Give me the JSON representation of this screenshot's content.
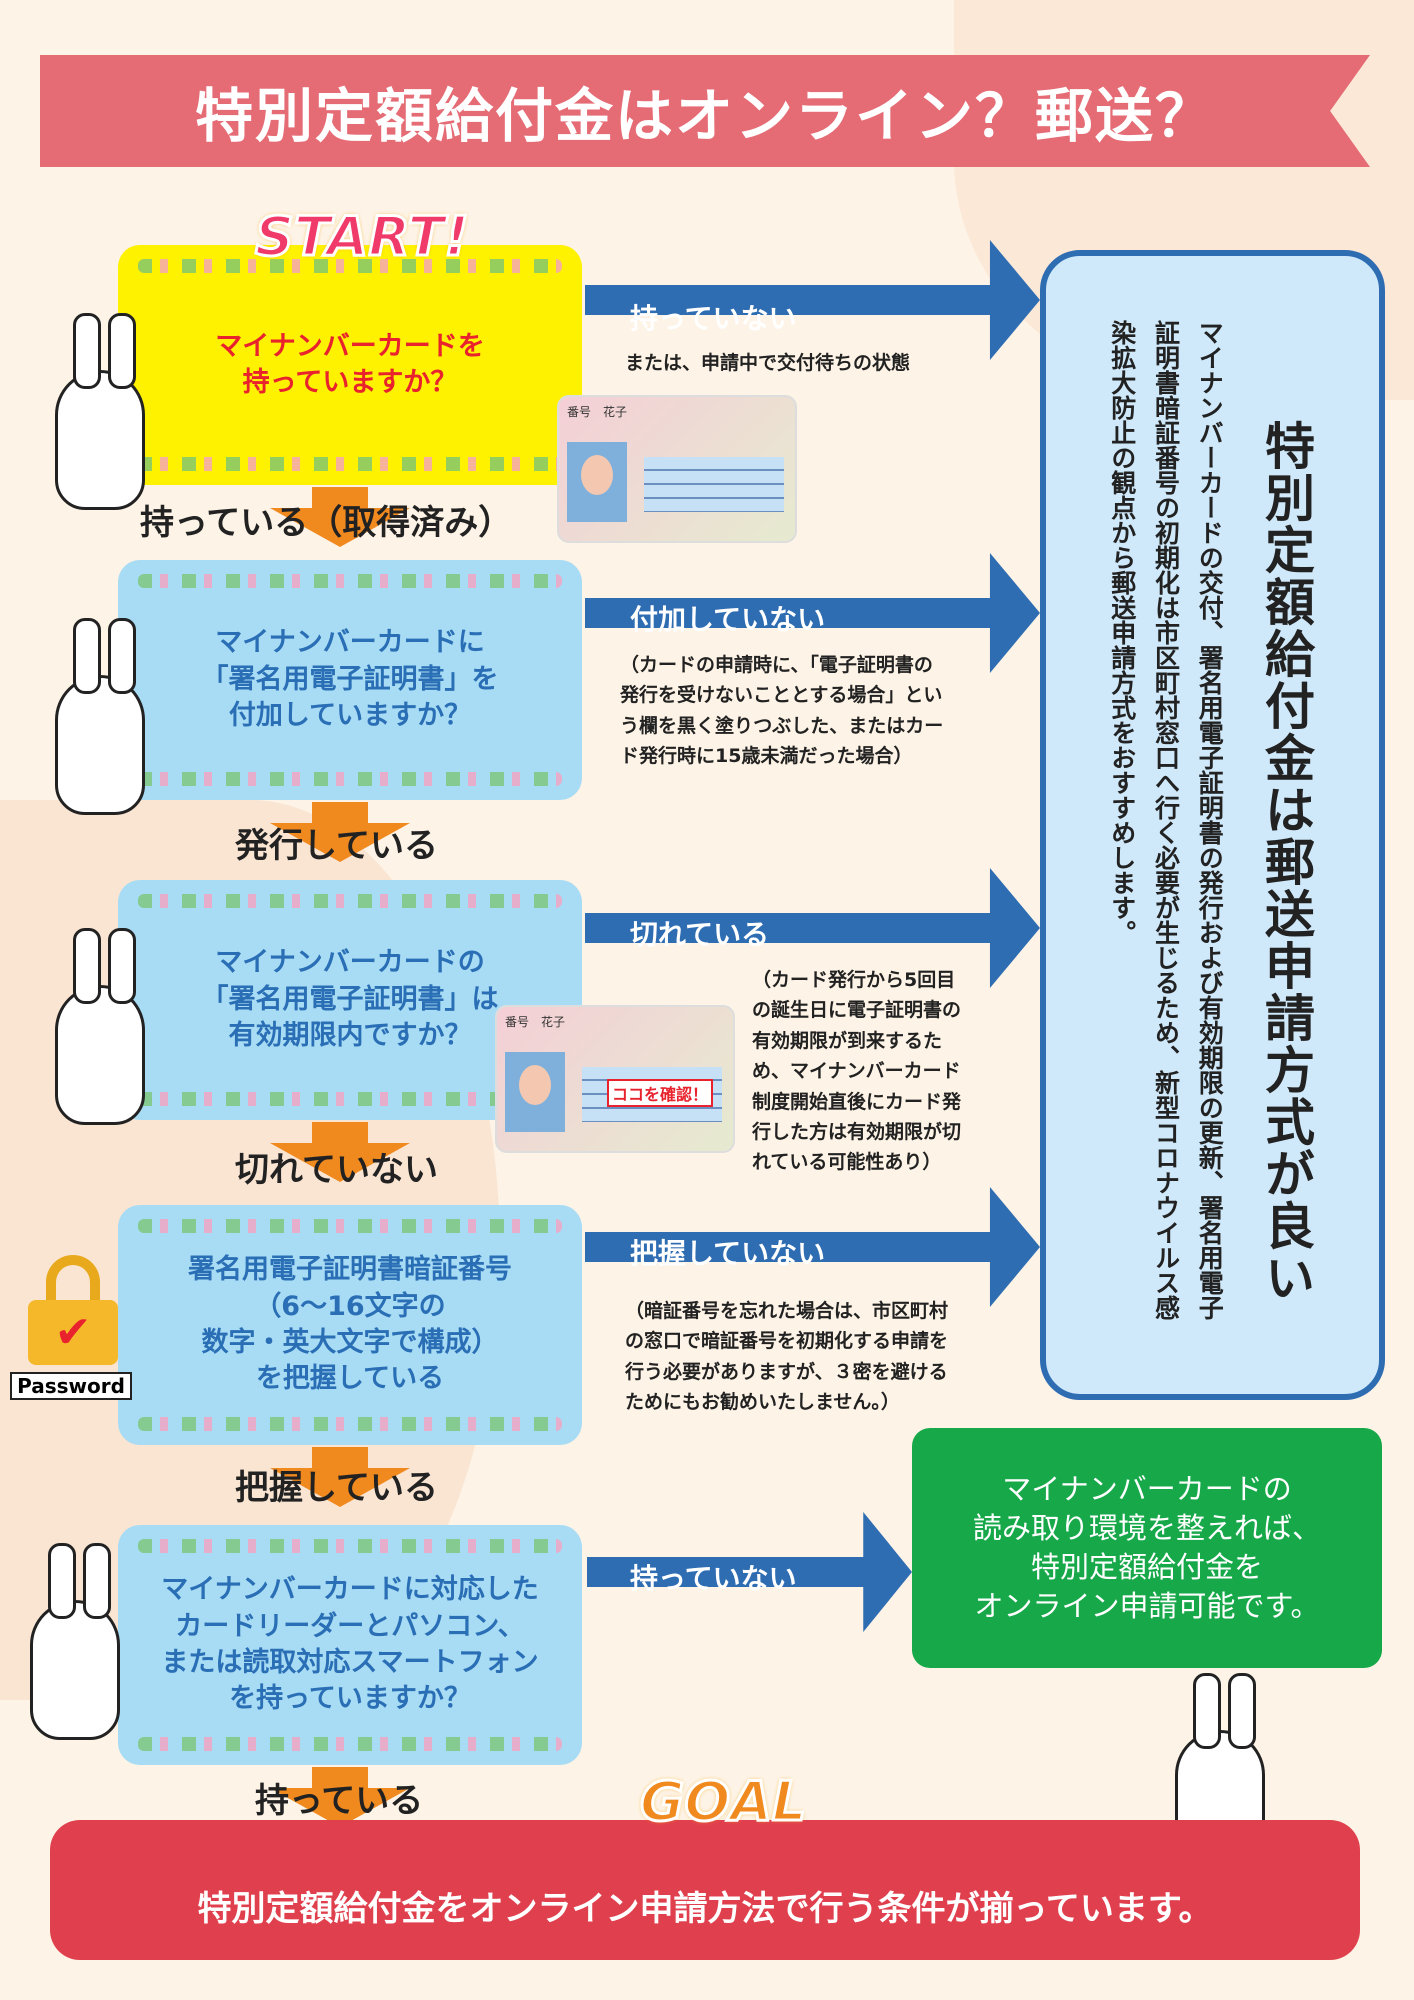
{
  "title": "特別定額給付金はオンライン？郵送？",
  "start_logo": "START!",
  "goal_logo": "GOAL",
  "steps": [
    {
      "question": "マイナンバーカードを\n持っていますか？",
      "yes": "持っている（取得済み）",
      "no": "持っていない",
      "note": "または、申請中で交付待ちの状態"
    },
    {
      "question": "マイナンバーカードに\n「署名用電子証明書」を\n付加していますか？",
      "yes": "発行している",
      "no": "付加していない",
      "note": "（カードの申請時に、「電子証明書の\n発行を受けないこととする場合」とい\nう欄を黒く塗りつぶした、またはカー\nド発行時に15歳未満だった場合）"
    },
    {
      "question": "マイナンバーカードの\n「署名用電子証明書」は\n有効期限内ですか？",
      "yes": "切れていない",
      "no": "切れている",
      "note": "（カード発行から5回目\nの誕生日に電子証明書の\n有効期限が到来するた\nめ、マイナンバーカード\n制度開始直後にカード発\n行した方は有効期限が切\nれている可能性あり）"
    },
    {
      "question": "署名用電子証明書暗証番号\n（6～16文字の\n数字・英大文字で構成）\nを把握している",
      "yes": "把握している",
      "no": "把握していない",
      "note": "（暗証番号を忘れた場合は、市区町村\nの窓口で暗証番号を初期化する申請を\n行う必要がありますが、３密を避ける\nためにもお勧めいたしません。）"
    },
    {
      "question": "マイナンバーカードに対応した\nカードリーダーとパソコン、\nまたは読取対応スマートフォン\nを持っていますか？",
      "yes": "持っている",
      "no": "持っていない"
    }
  ],
  "card": {
    "name": "番号　花子",
    "confirm_label": "ココを確認！"
  },
  "password_label": "Password",
  "mail_box": {
    "title": "特別定額給付金は郵送申請方式が良い",
    "body": "マイナンバーカードの交付、署名用電子証明書の発行および有効期限の更新、署名用電子証明書暗証番号の初期化は市区町村窓口へ行く必要が生じるため、新型コロナウイルス感染拡大防止の観点から郵送申請方式をおすすめします。"
  },
  "reader_box": "マイナンバーカードの\n読み取り環境を整えれば、\n特別定額給付金を\nオンライン申請可能です。",
  "goal_text": "特別定額給付金をオンライン申請方法で行う条件が揃っています。",
  "colors": {
    "banner": "#e56b75",
    "arrow": "#2f6db3",
    "down": "#f08a1f",
    "green": "#17a84a",
    "goal": "#e0404e"
  }
}
